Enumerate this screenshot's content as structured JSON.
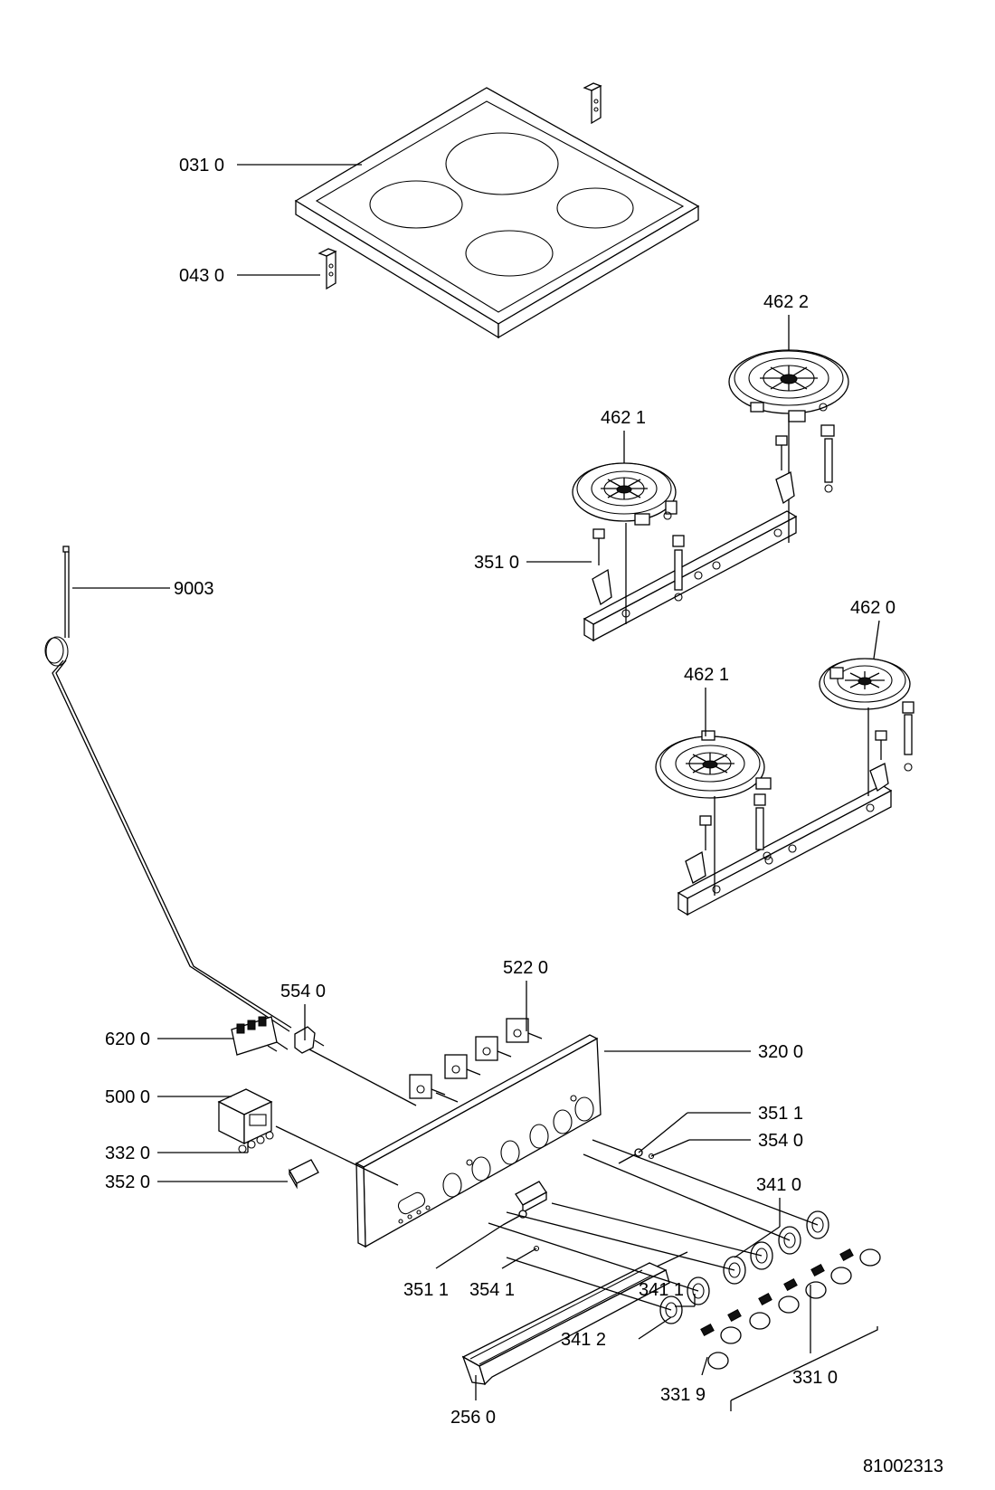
{
  "drawing_number": "81002313",
  "labels": {
    "p0310": "031 0",
    "p0430": "043 0",
    "p4622": "462 2",
    "p4621a": "462 1",
    "p3510": "351 0",
    "p9003": "9003",
    "p4620": "462 0",
    "p4621b": "462 1",
    "p5220": "522 0",
    "p5540": "554 0",
    "p6200": "620 0",
    "p3200": "320 0",
    "p5000": "500 0",
    "p3511a": "351 1",
    "p5400": "354 0",
    "p3320": "332 0",
    "p3520": "352 0",
    "p3410": "341 0",
    "p3511b": "351 1",
    "p3541": "354 1",
    "p3411": "341 1",
    "p3412": "341 2",
    "p3319": "331 9",
    "p3310": "331 0",
    "p2560": "256 0"
  }
}
